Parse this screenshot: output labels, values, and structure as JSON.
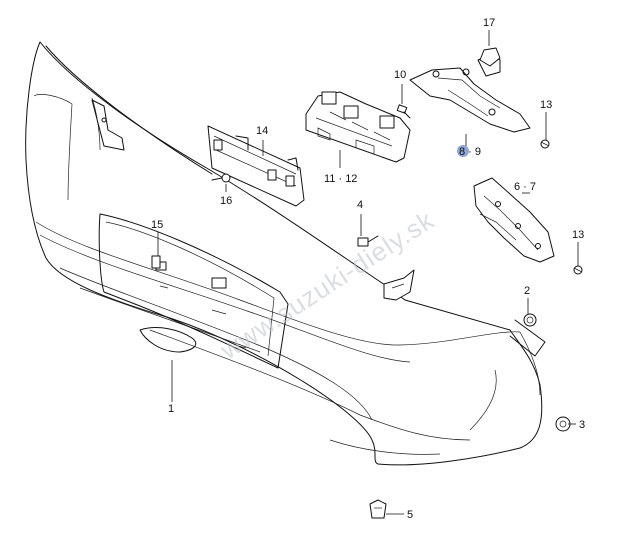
{
  "diagram": {
    "watermark": "www.suzuki-diely.sk",
    "callouts": [
      {
        "id": "c1",
        "label": "1"
      },
      {
        "id": "c2",
        "label": "2"
      },
      {
        "id": "c3",
        "label": "3"
      },
      {
        "id": "c4",
        "label": "4"
      },
      {
        "id": "c5",
        "label": "5"
      },
      {
        "id": "c6",
        "label": "6 · 7"
      },
      {
        "id": "c8",
        "label": "8 · 9",
        "highlight": "8"
      },
      {
        "id": "c10",
        "label": "10"
      },
      {
        "id": "c11",
        "label": "11 · 12"
      },
      {
        "id": "c13a",
        "label": "13"
      },
      {
        "id": "c13b",
        "label": "13"
      },
      {
        "id": "c14",
        "label": "14"
      },
      {
        "id": "c15",
        "label": "15"
      },
      {
        "id": "c16",
        "label": "16"
      },
      {
        "id": "c17",
        "label": "17"
      }
    ],
    "colors": {
      "line": "#111111",
      "highlight": "#8fa6d6",
      "watermark": "#bfc3c9"
    }
  }
}
